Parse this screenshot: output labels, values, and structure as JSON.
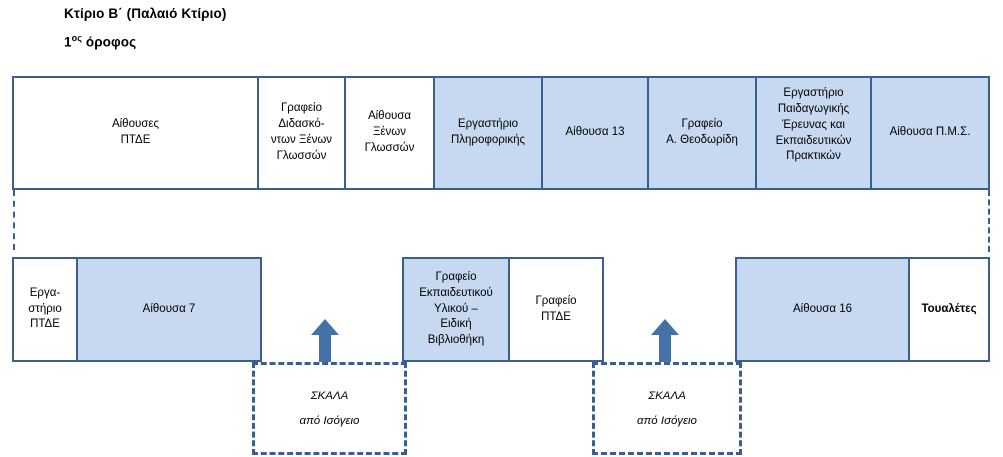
{
  "header": {
    "building_title": "Κτίριο Β΄ (Παλαιό Κτίριο)",
    "floor_number": "1",
    "floor_sup": "ος",
    "floor_word": " όροφος"
  },
  "colors": {
    "room_fill": "#c6d9f0",
    "room_border": "#3b5e8c",
    "arrow": "#4472a8",
    "text": "#000000",
    "background": "#ffffff"
  },
  "top_row": [
    {
      "label": "Αίθουσες\nΠΤΔΕ",
      "filled": false
    },
    {
      "label": "Γραφείο\nΔιδασκό-\nντων Ξένων\nΓλωσσών",
      "filled": false
    },
    {
      "label": "Αίθουσα\nΞένων\nΓλωσσών",
      "filled": false
    },
    {
      "label": "Εργαστήριο\nΠληροφορικής",
      "filled": true
    },
    {
      "label": "Αίθουσα 13",
      "filled": true
    },
    {
      "label": "Γραφείο\nΑ. Θεοδωρίδη",
      "filled": true
    },
    {
      "label": "Εργαστήριο\nΠαιδαγωγικής\nΈρευνας και\nΕκπαιδευτικών\nΠρακτικών",
      "filled": true
    },
    {
      "label": "Αίθουσα Π.Μ.Σ.",
      "filled": true
    }
  ],
  "bottom_row": [
    {
      "label": "Εργα-\nστήριο\nΠΤΔΕ",
      "filled": false
    },
    {
      "label": "Αίθουσα 7",
      "filled": true
    },
    {
      "label": "Γραφείο\nΕκπαιδευτικού\nΥλικού –\nΕιδική\nΒιβλιοθήκη",
      "filled": true
    },
    {
      "label": "Γραφείο\nΠΤΔΕ",
      "filled": false
    },
    {
      "label": "Αίθουσα 16",
      "filled": true
    },
    {
      "label": "Τουαλέτες",
      "filled": false
    }
  ],
  "stairs": [
    {
      "title": "ΣΚΑΛΑ",
      "subtitle": "από Ισόγειο"
    },
    {
      "title": "ΣΚΑΛΑ",
      "subtitle": "από Ισόγειο"
    }
  ],
  "icons": {
    "stair_arrow": "arrow-up-icon"
  }
}
